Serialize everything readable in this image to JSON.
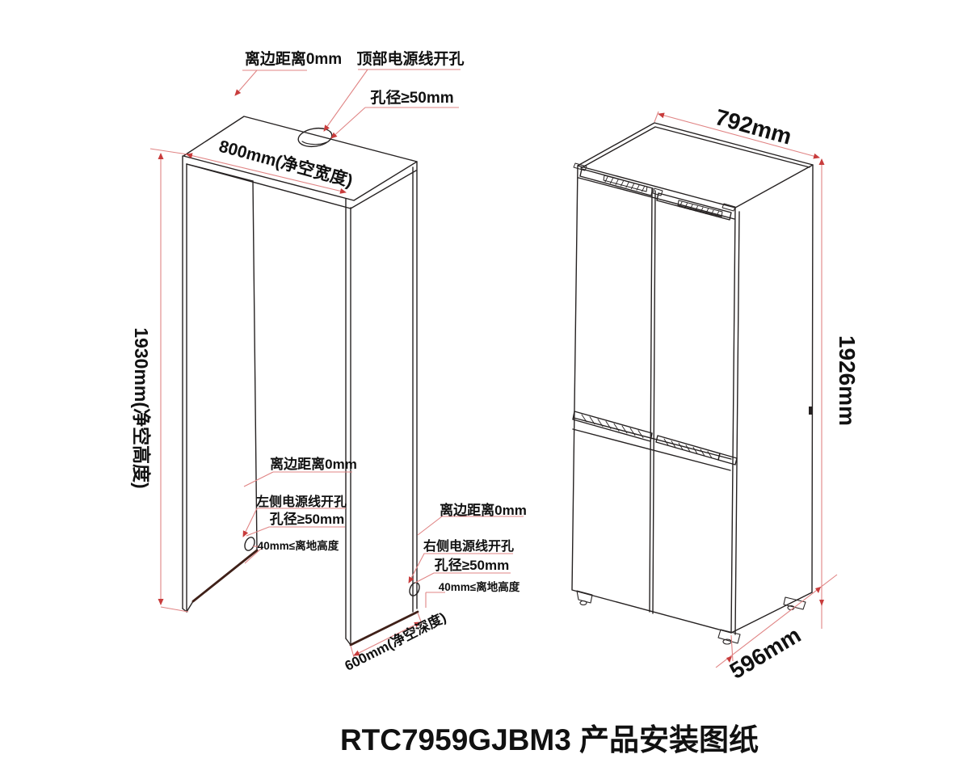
{
  "title": "RTC7959GJBM3 产品安装图纸",
  "colors": {
    "line": "#262222",
    "red_line": "#e08484",
    "red_strong": "#c83c3c",
    "thick_edge": "#3f2018"
  },
  "niche": {
    "width": "800mm(净空宽度)",
    "height": "1930mm(净空高度)",
    "depth": "600mm(净空深度)",
    "top": {
      "edge_distance": "离边距离0mm",
      "hole": "顶部电源线开孔",
      "hole_diameter": "孔径≥50mm"
    },
    "left": {
      "edge_distance": "离边距离0mm",
      "hole": "左侧电源线开孔",
      "hole_diameter": "孔径≥50mm",
      "floor_height": "40mm≤离地高度"
    },
    "right": {
      "edge_distance": "离边距离0mm",
      "hole": "右侧电源线开孔",
      "hole_diameter": "孔径≥50mm",
      "floor_height": "40mm≤离地高度"
    }
  },
  "fridge": {
    "width": "792mm",
    "height": "1926mm",
    "depth": "596mm"
  }
}
